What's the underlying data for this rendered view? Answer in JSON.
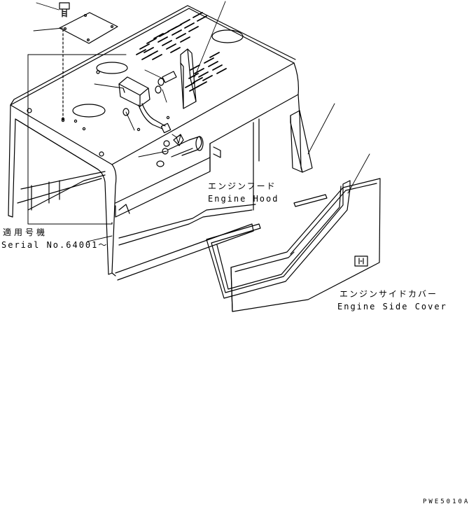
{
  "labels": {
    "engine_hood_jp": "エンジンフード",
    "engine_hood_en": "Engine Hood",
    "engine_side_cover_jp": "エンジンサイドカバー",
    "engine_side_cover_en": "Engine Side Cover",
    "serial_jp": "適用号機",
    "serial_en": "Serial No.64001～",
    "drawing_code": "PWE5010A"
  }
}
